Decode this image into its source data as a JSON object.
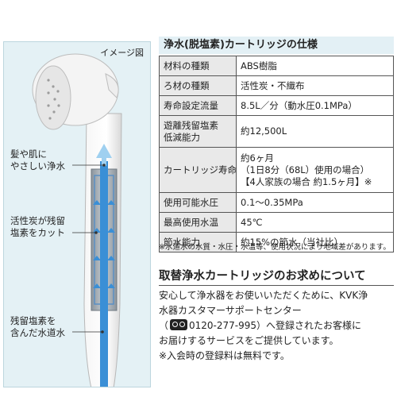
{
  "illustration": {
    "image_label": "イメージ図",
    "callouts": [
      [
        "髪や肌に",
        "やさしい浄水"
      ],
      [
        "活性炭が残留",
        "塩素をカット"
      ],
      [
        "残留塩素を",
        "含んだ水道水"
      ]
    ],
    "colors": {
      "panel": "#e4f1f5",
      "water": "#3a8fd6",
      "filter": "#9aa3ab"
    }
  },
  "spec": {
    "title": "浄水(脱塩素)カートリッジの仕様",
    "rows": [
      {
        "label": [
          "材料の種類"
        ],
        "value": [
          "ABS樹脂"
        ]
      },
      {
        "label": [
          "ろ材の種類"
        ],
        "value": [
          "活性炭・不織布"
        ]
      },
      {
        "label": [
          "寿命設定流量"
        ],
        "value": [
          "8.5L／分（動水圧0.1MPa）"
        ]
      },
      {
        "label": [
          "遊離残留塩素",
          "低減能力"
        ],
        "value": [
          "約12,500L"
        ]
      },
      {
        "label": [
          "カートリッジ寿命"
        ],
        "value": [
          "約6ヶ月",
          "（1日8分（68L）使用の場合）",
          "【4人家族の場合 約1.5ヶ月】※"
        ]
      },
      {
        "label": [
          "使用可能水圧"
        ],
        "value": [
          "0.1～0.35MPa"
        ]
      },
      {
        "label": [
          "最高使用水温"
        ],
        "value": [
          "45℃"
        ]
      },
      {
        "label": [
          "節水能力"
        ],
        "value": [
          "約15%の節水（当社比）"
        ]
      }
    ],
    "note": "※水道水の水質・水圧・水温等、使用状況により地域差があります。"
  },
  "order": {
    "title": "取替浄水カートリッジのお求めについて",
    "line1": "安心して浄水器をお使いいただくために、KVK浄",
    "line2": "水器カスタマーサポートセンター",
    "line3_open": "（",
    "line3_tel": "0120-277-995）へ登録されたお客様に",
    "line4": "お届けするサービスをご提供しています。",
    "line5": "※入会時の登録料は無料です。"
  }
}
